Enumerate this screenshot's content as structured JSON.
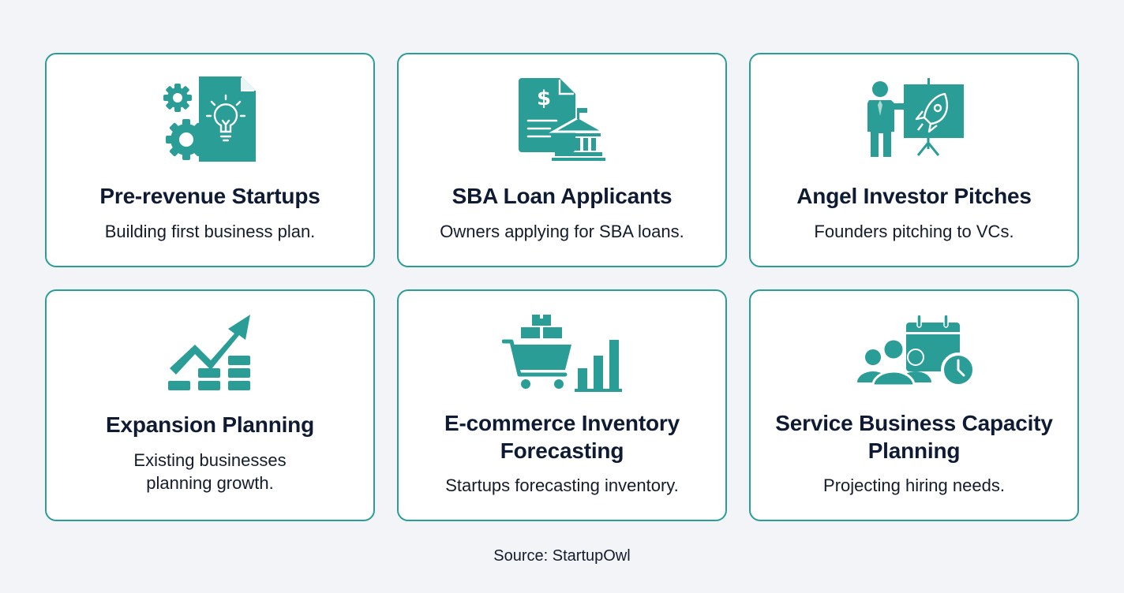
{
  "colors": {
    "accent": "#2a9d96",
    "background": "#f2f4f7",
    "card_background": "#ffffff",
    "title_text": "#0f1b33",
    "body_text": "#141c2c"
  },
  "cards": [
    {
      "icon": "gears-document-lightbulb-icon",
      "title": "Pre-revenue Startups",
      "description": "Building first business plan."
    },
    {
      "icon": "loan-document-bank-icon",
      "title": "SBA Loan Applicants",
      "description": "Owners applying for SBA loans."
    },
    {
      "icon": "presenter-rocket-board-icon",
      "title": "Angel Investor Pitches",
      "description": "Founders pitching to VCs."
    },
    {
      "icon": "growth-arrow-bars-icon",
      "title": "Expansion Planning",
      "description": "Existing businesses planning growth."
    },
    {
      "icon": "cart-boxes-bar-chart-icon",
      "title": "E-commerce Inventory Forecasting",
      "description": "Startups forecasting inventory."
    },
    {
      "icon": "team-calendar-clock-icon",
      "title": "Service Business Capacity Planning",
      "description": "Projecting hiring needs."
    }
  ],
  "footer": {
    "source": "Source: StartupOwl"
  }
}
